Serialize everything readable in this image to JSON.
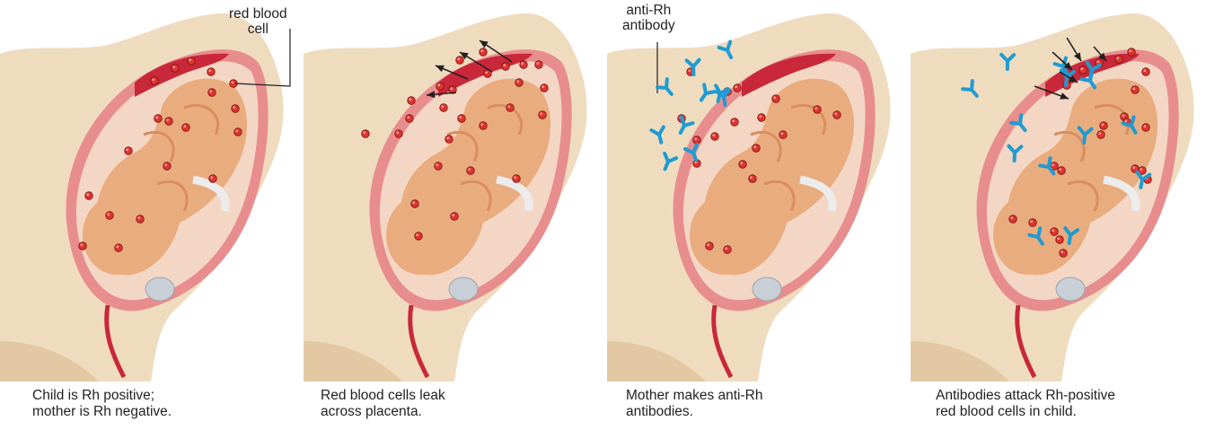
{
  "panels": [
    {
      "caption": "Child is Rh positive;\nmother is Rh negative."
    },
    {
      "caption": "Red blood cells leak\nacross placenta."
    },
    {
      "caption": "Mother makes anti-Rh\nantibodies."
    },
    {
      "caption": "Antibodies attack Rh-positive\nred blood cells in child."
    }
  ],
  "labels": {
    "red_blood_cell": "red blood\ncell",
    "anti_rh_antibody": "anti-Rh\nantibody"
  },
  "colors": {
    "skin": "#efdcbf",
    "skin_dark": "#e3c9a3",
    "uterus_wall": "#e88d8e",
    "uterus_lining": "#f6c8c3",
    "amniotic": "#f3d6c4",
    "fetus": "#e9ac7e",
    "fetus_shade": "#d98d5f",
    "placenta": "#c8283a",
    "red_cell": "#e0342f",
    "antibody": "#1f9bd2",
    "arrow": "#231f20"
  }
}
